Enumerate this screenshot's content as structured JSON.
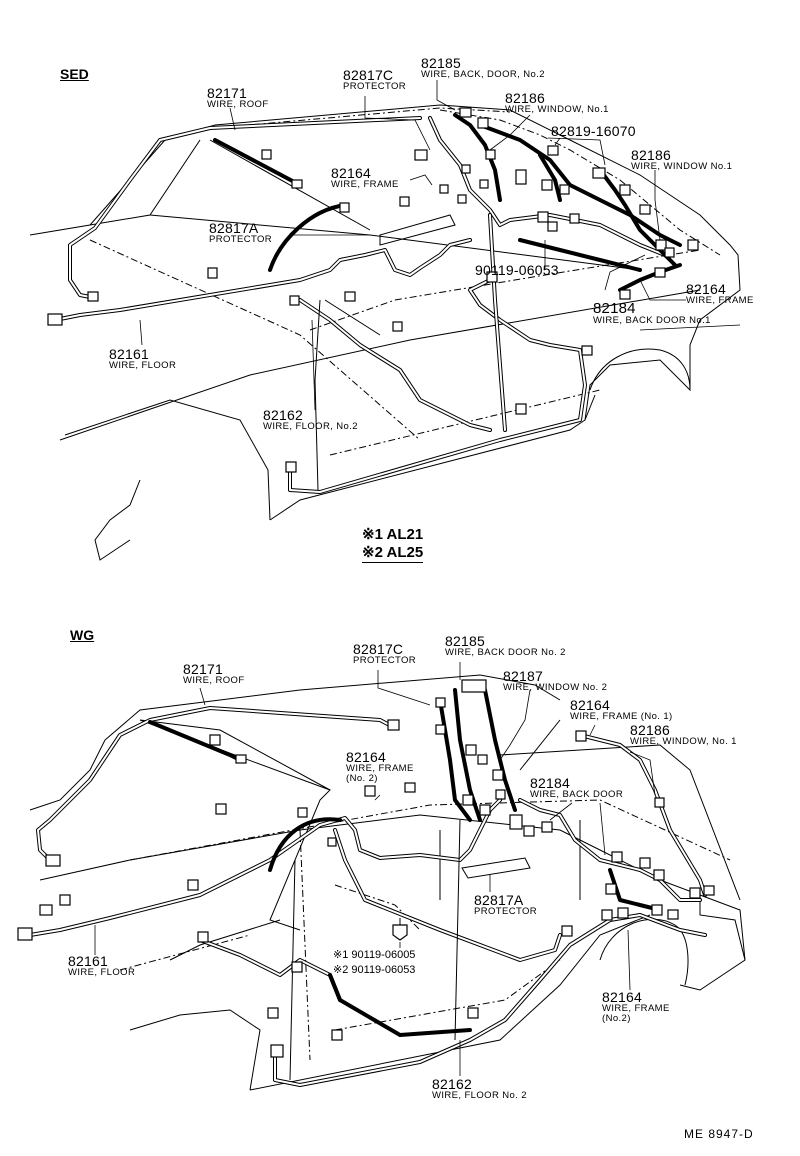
{
  "sed": {
    "heading": "SED",
    "labels": {
      "l82171": {
        "pn": "82171",
        "nm": "WIRE, ROOF"
      },
      "l82817C": {
        "pn": "82817C",
        "nm": "PROTECTOR"
      },
      "l82185": {
        "pn": "82185",
        "nm": "WIRE, BACK, DOOR, No.2"
      },
      "l82186a": {
        "pn": "82186",
        "nm": "WIRE, WINDOW, No.1"
      },
      "l82819": {
        "pn": "82819-16070"
      },
      "l82186b": {
        "pn": "82186",
        "nm": "WIRE, WINDOW No.1"
      },
      "l82164a": {
        "pn": "82164",
        "nm": "WIRE, FRAME"
      },
      "l82817A": {
        "pn": "82817A",
        "nm": "PROTECTOR"
      },
      "l90119": {
        "pn": "90119-06053"
      },
      "l82164b": {
        "pn": "82164",
        "nm": "WIRE, FRAME"
      },
      "l82184": {
        "nm": "WIRE, BACK DOOR No.1"
      },
      "l82161": {
        "pn": "82161",
        "nm": "WIRE, FLOOR"
      },
      "l82162": {
        "pn": "82162",
        "nm": "WIRE, FLOOR, No.2"
      }
    },
    "notes": [
      {
        "mark": "※1",
        "text": "AL21"
      },
      {
        "mark": "※2",
        "text": "AL25"
      }
    ]
  },
  "wg": {
    "heading": "WG",
    "labels": {
      "l82817C": {
        "pn": "82817C",
        "nm": "PROTECTOR"
      },
      "l82185": {
        "pn": "82185",
        "nm": "WIRE, BACK DOOR No. 2"
      },
      "l82171": {
        "pn": "82171",
        "nm": "WIRE, ROOF"
      },
      "l82187": {
        "pn": "82187",
        "nm": "WIRE, WINDOW No. 2"
      },
      "l82164a": {
        "pn": "82164",
        "nm": "WIRE, FRAME (No. 1)"
      },
      "l82186": {
        "pn": "82186",
        "nm": "WIRE, WINDOW, No. 1"
      },
      "l82164b": {
        "pn": "82164",
        "nm": "WIRE, FRAME",
        "nm2": "(No. 2)"
      },
      "l82184": {
        "pn": "82184",
        "nm": "WIRE, BACK DOOR"
      },
      "l82817A": {
        "pn": "82817A",
        "nm": "PROTECTOR"
      },
      "l82161": {
        "pn": "82161",
        "nm": "WIRE, FLOOR"
      },
      "l82164c": {
        "pn": "82164",
        "nm": "WIRE, FRAME",
        "nm2": "(No.2)"
      },
      "l82162": {
        "pn": "82162",
        "nm": "WIRE, FLOOR No. 2"
      }
    },
    "bolts": [
      {
        "mark": "※1",
        "text": "90119-06005"
      },
      {
        "mark": "※2",
        "text": "90119-06053"
      }
    ]
  },
  "footer": {
    "code": "ME  8947-D"
  }
}
